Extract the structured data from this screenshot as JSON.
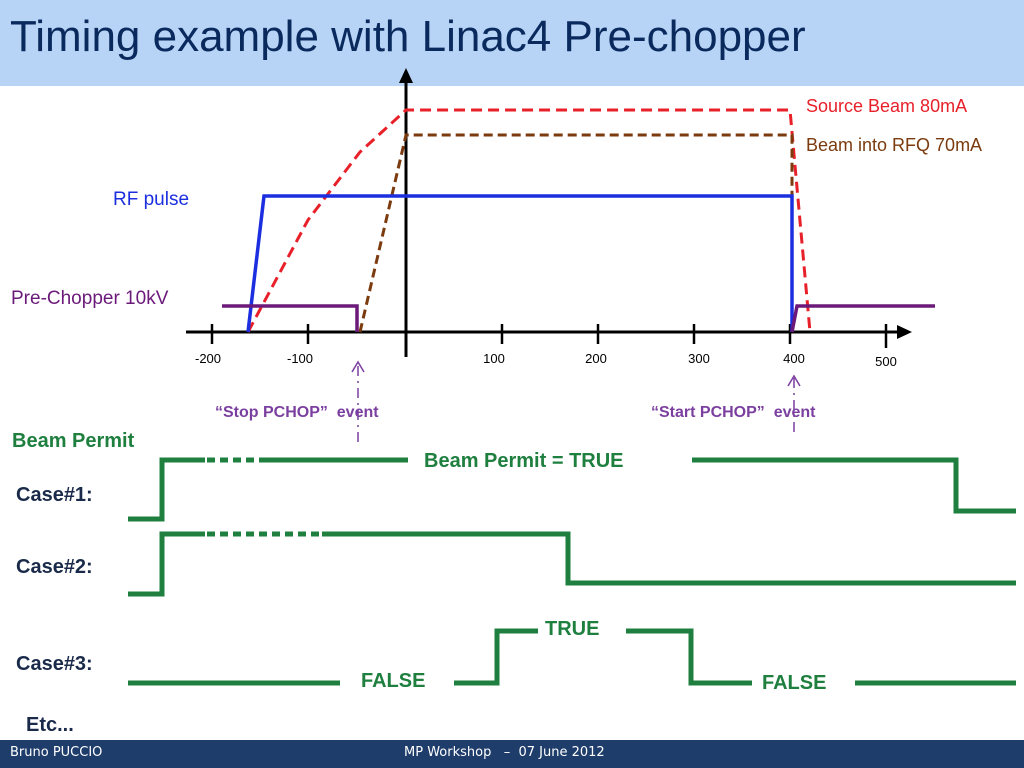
{
  "slide": {
    "title": "Timing example with Linac4 Pre-chopper",
    "footer_author": "Bruno PUCCIO",
    "footer_event": "MP Workshop   –  07 June 2012"
  },
  "timing": {
    "labels": {
      "source_beam": "Source Beam 80mA",
      "beam_rfq": "Beam into RFQ 70mA",
      "rf_pulse": "RF pulse",
      "pre_chopper": "Pre-Chopper 10kV"
    },
    "axis_ticks": [
      "-200",
      "-100",
      "100",
      "200",
      "300",
      "400",
      "500"
    ],
    "events": {
      "stop": "“Stop PCHOP”  event",
      "start": "“Start PCHOP”  event"
    },
    "colors": {
      "source_beam": "#e8202a",
      "beam_rfq": "#7b3b0e",
      "rf_pulse": "#1b2fe0",
      "pre_chopper": "#6b1a7a",
      "permit": "#1e7f3f",
      "event": "#7b3fa0"
    }
  },
  "permit": {
    "heading": "Beam Permit",
    "case1_label": "Case#1:",
    "case2_label": "Case#2:",
    "case3_label": "Case#3:",
    "etc_label": "Etc...",
    "permit_true_text": "Beam Permit = TRUE",
    "true_text": "TRUE",
    "false_text_left": "FALSE",
    "false_text_right": "FALSE"
  }
}
